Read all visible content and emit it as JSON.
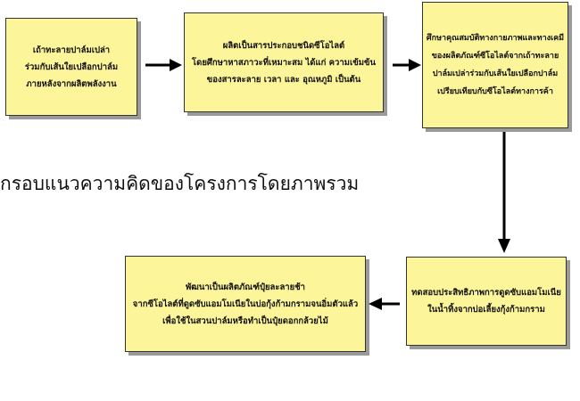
{
  "diagram": {
    "heading": "กรอบแนวความคิดของโครงการโดยภาพรวม",
    "boxes": [
      {
        "id": "b1",
        "lines": [
          "เถ้าทะลายปาล์มเปล่า",
          "ร่วมกับเส้นใยเปลือกปาล์ม",
          "ภายหลังจากผลิตพลังงาน"
        ]
      },
      {
        "id": "b2",
        "lines": [
          "ผลิตเป็นสารประกอบชนิดซีโอไลต์",
          "โดยศึกษาหาสภาวะที่เหมาะสม ได้แก่ ความเข้มข้น",
          "ของสารละลาย  เวลา และ อุณหภูมิ เป็นต้น"
        ]
      },
      {
        "id": "b3",
        "lines": [
          "ศึกษาคุณสมบัติทางกายภาพและทางเคมี",
          "ของผลิตภัณฑ์ซีโอไลต์จากเถ้าทะลาย",
          "ปาล์มเปล่าร่วมกับเส้นใยเปลือกปาล์ม",
          "เปรียบเทียบกับซีโอไลต์ทางการค้า"
        ]
      },
      {
        "id": "b4",
        "lines": [
          "ทดสอบประสิทธิภาพการดูดซับแอมโมเนีย",
          "ในน้ำทิ้งจากบ่อเลี้ยงกุ้งก้ามกราม"
        ]
      },
      {
        "id": "b5",
        "lines": [
          "พัฒนาเป็นผลิตภัณฑ์ปุ๋ยละลายช้า",
          "จากซีโอไลต์ที่ดูดซับแอมโมเนียในบ่อกุ้งก้ามกรามจนอิ่มตัวแล้ว",
          "เพื่อใช้ในสวนปาล์มหรือทำเป็นปุ๋ยดอกกล้วยไม้"
        ]
      }
    ]
  }
}
